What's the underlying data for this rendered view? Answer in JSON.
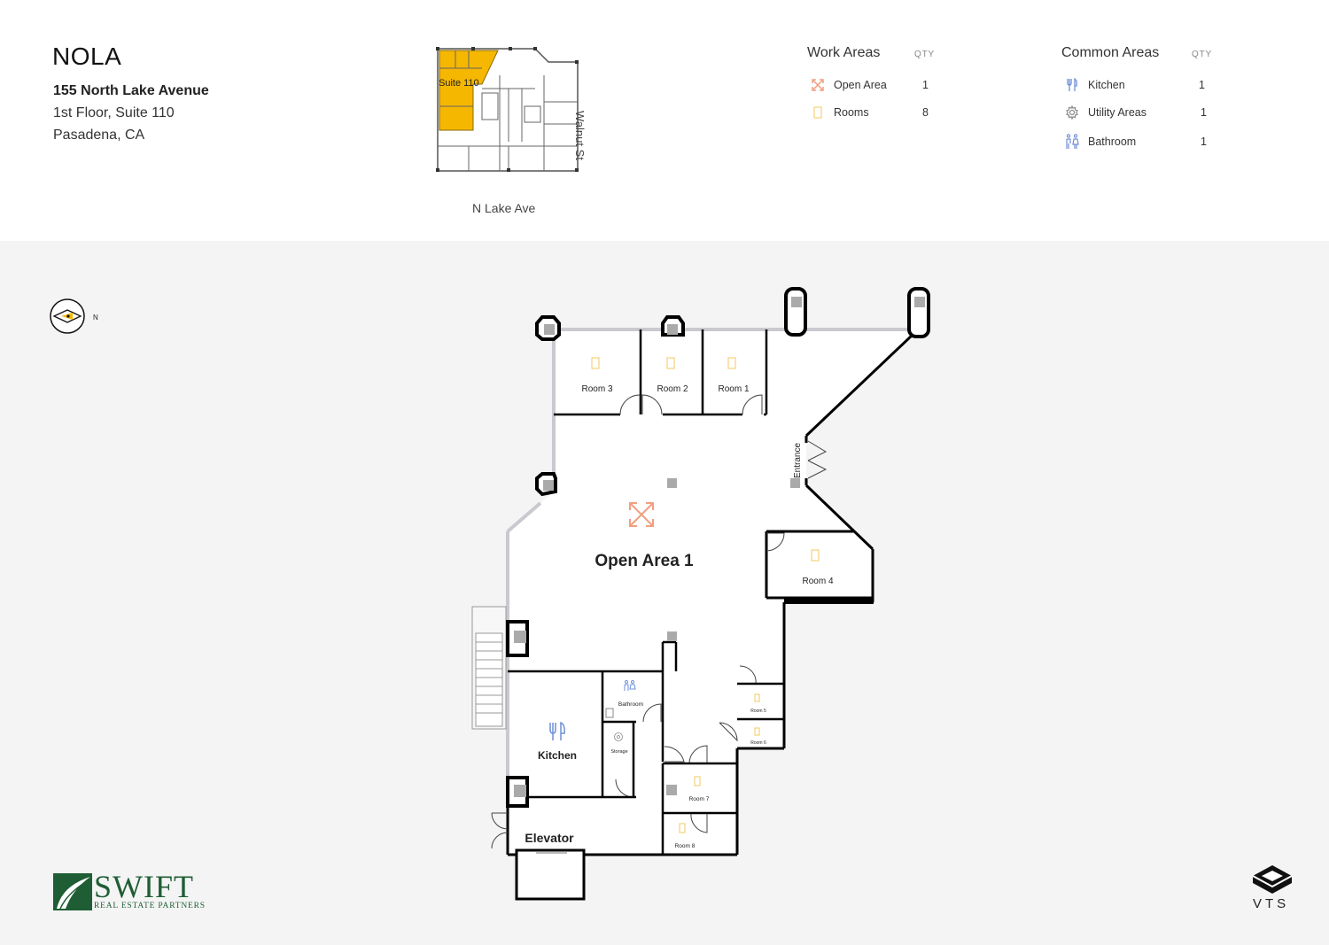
{
  "building": {
    "name": "NOLA",
    "address_line1": "155 North Lake Avenue",
    "address_line2": "1st Floor, Suite 110",
    "address_line3": "Pasadena, CA"
  },
  "keyplan": {
    "suite_label": "Suite 110",
    "street_east": "Walnut St",
    "street_south": "N Lake Ave",
    "highlight_color": "#f5b700"
  },
  "work_areas": {
    "title": "Work Areas",
    "qty_header": "QTY",
    "items": [
      {
        "label": "Open Area",
        "qty": "1",
        "icon": "expand-arrows-icon",
        "color": "#f0a080"
      },
      {
        "label": "Rooms",
        "qty": "8",
        "icon": "door-icon",
        "color": "#f5d27a"
      }
    ]
  },
  "common_areas": {
    "title": "Common Areas",
    "qty_header": "QTY",
    "items": [
      {
        "label": "Kitchen",
        "qty": "1",
        "icon": "fork-knife-icon",
        "color": "#6f8fd6"
      },
      {
        "label": "Utility Areas",
        "qty": "1",
        "icon": "gear-icon",
        "color": "#888888"
      },
      {
        "label": "Bathroom",
        "qty": "1",
        "icon": "restroom-icon",
        "color": "#6f8fd6"
      }
    ]
  },
  "compass": {
    "label": "N"
  },
  "floorplan": {
    "rooms": {
      "room3": "Room 3",
      "room2": "Room 2",
      "room1": "Room 1",
      "entrance": "Entrance",
      "open_area": "Open Area 1",
      "room4": "Room 4",
      "bathroom": "Bathroom",
      "storage": "Storage",
      "kitchen": "Kitchen",
      "room5": "Room 5",
      "room6": "Room 6",
      "room7": "Room 7",
      "room8": "Room 8",
      "elevator": "Elevator"
    }
  },
  "logos": {
    "swift_word": "SWIFT",
    "swift_sub": "REAL ESTATE PARTNERS",
    "vts": "VTS"
  }
}
